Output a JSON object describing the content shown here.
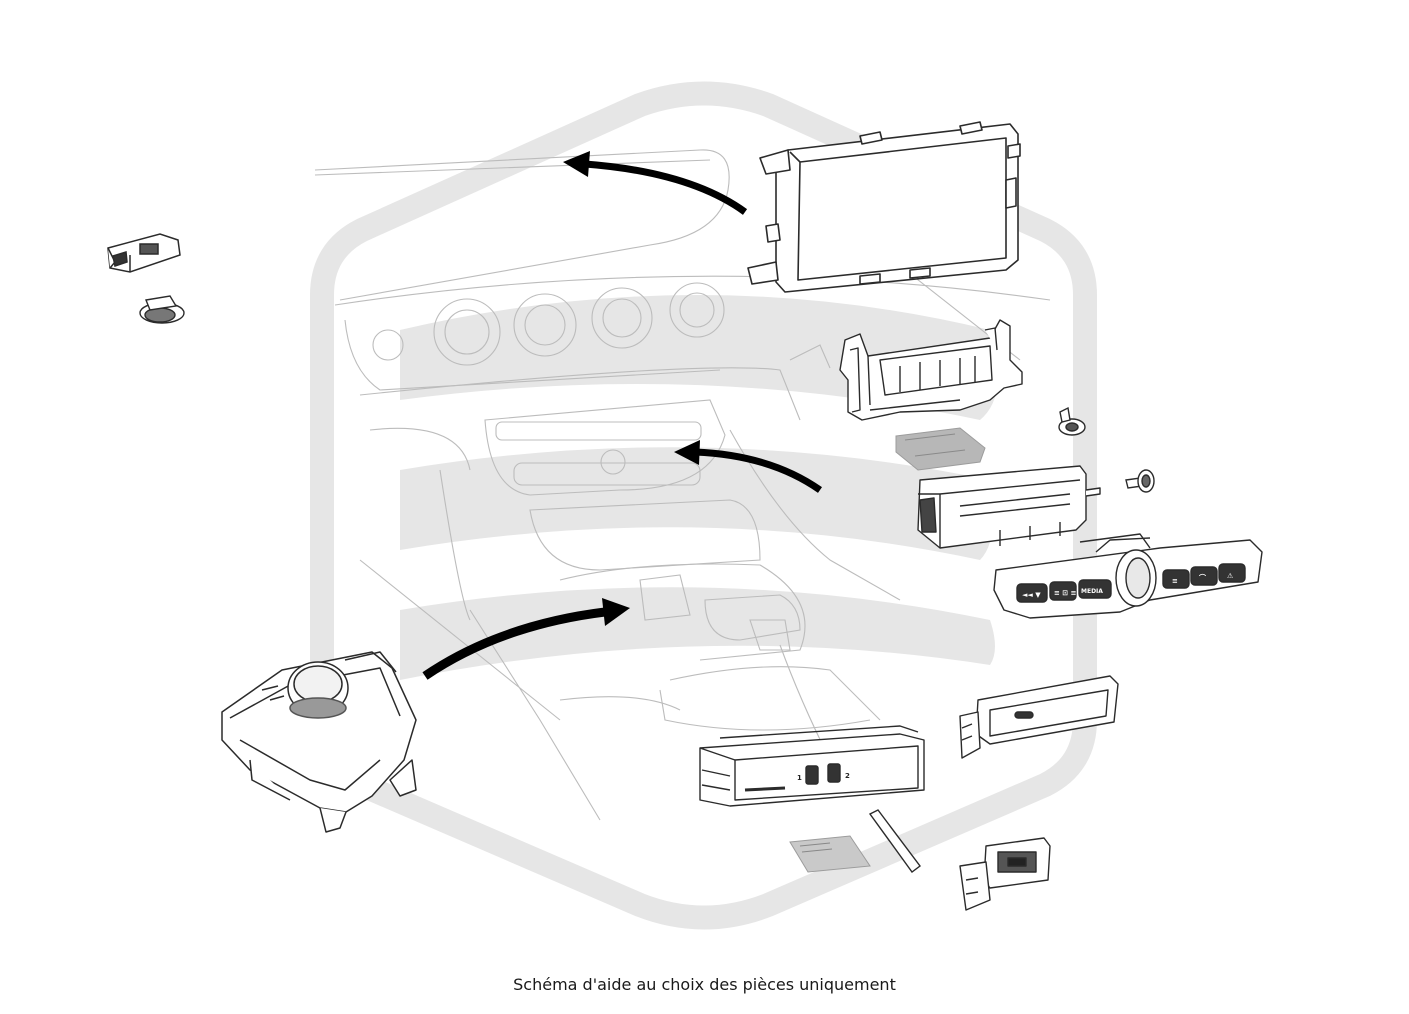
{
  "caption": "Schéma d'aide au choix des pièces uniquement",
  "control_panel": {
    "buttons": [
      "◄◄ ▼",
      "≡ ⊡ ≡",
      "MEDIA"
    ],
    "right_buttons": [
      "≡",
      "⌒",
      "⚠"
    ]
  },
  "usb_hub": {
    "port_labels": [
      "1",
      "2"
    ]
  },
  "colors": {
    "watermark": "#e6e6e6",
    "line": "#2b2b2b",
    "faint_line": "#bcbcbc",
    "arrow": "#000000",
    "chip": "#b7b7b7"
  }
}
